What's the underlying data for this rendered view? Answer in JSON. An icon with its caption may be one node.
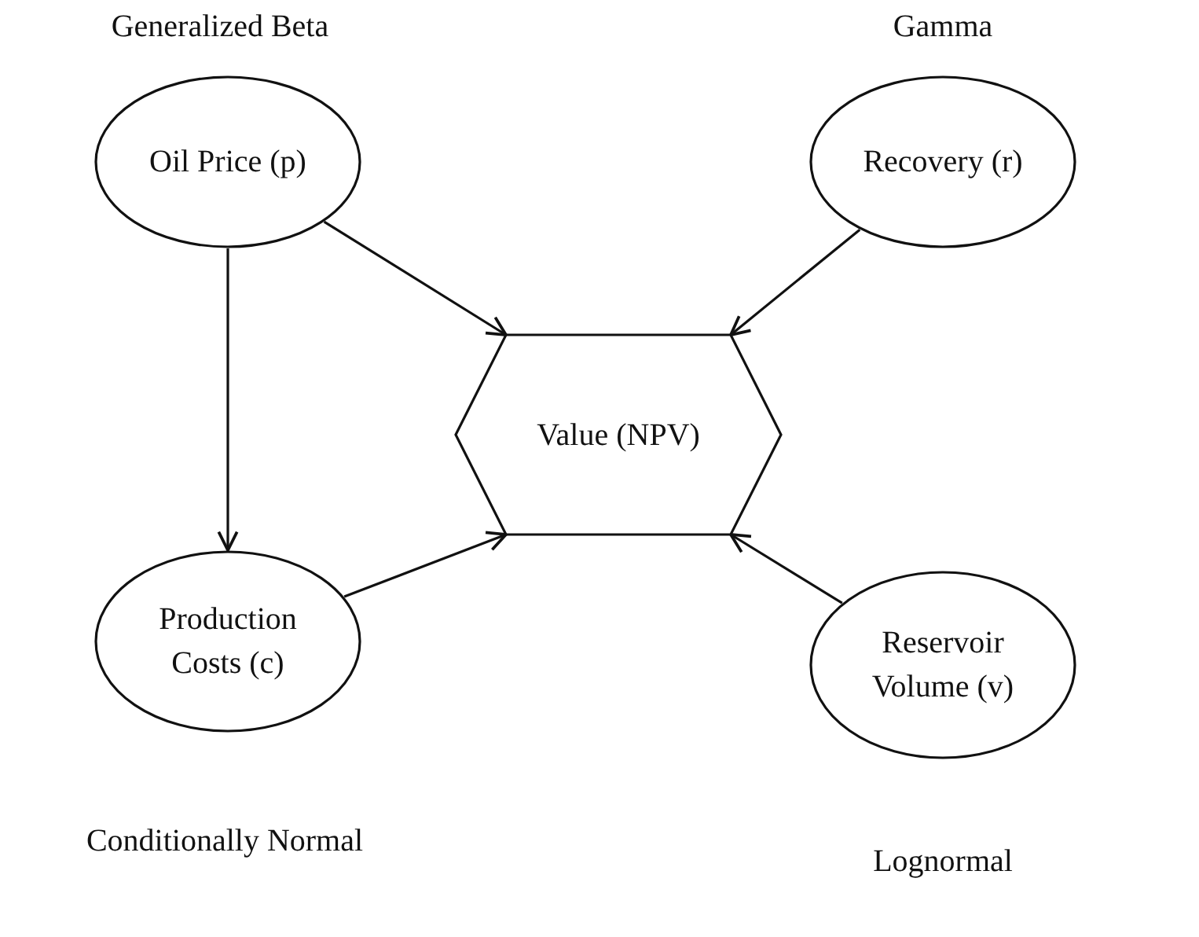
{
  "diagram": {
    "nodes": [
      {
        "text": [
          "Oil Price (p)"
        ],
        "beside": [
          "Generalized Beta"
        ]
      },
      {
        "text": [
          "Recovery (r)"
        ],
        "beside": [
          "Gamma"
        ]
      },
      {
        "text": [
          "Value (NPV)"
        ]
      },
      {
        "text": [
          "Production Costs (c)"
        ],
        "beside": [
          "Conditionally Normal"
        ]
      },
      {
        "text": [
          "Reservoir Volume (v)"
        ],
        "beside": [
          "Lognormal"
        ]
      }
    ],
    "edges": [
      {
        "from": 0,
        "to": 2,
        "arrow": "to"
      },
      {
        "from": 1,
        "to": 2,
        "arrow": "to"
      },
      {
        "from": 0,
        "to": 3,
        "arrow": "to"
      },
      {
        "from": 3,
        "to": 2,
        "arrow": "to"
      },
      {
        "from": 4,
        "to": 2,
        "arrow": "to"
      }
    ]
  }
}
